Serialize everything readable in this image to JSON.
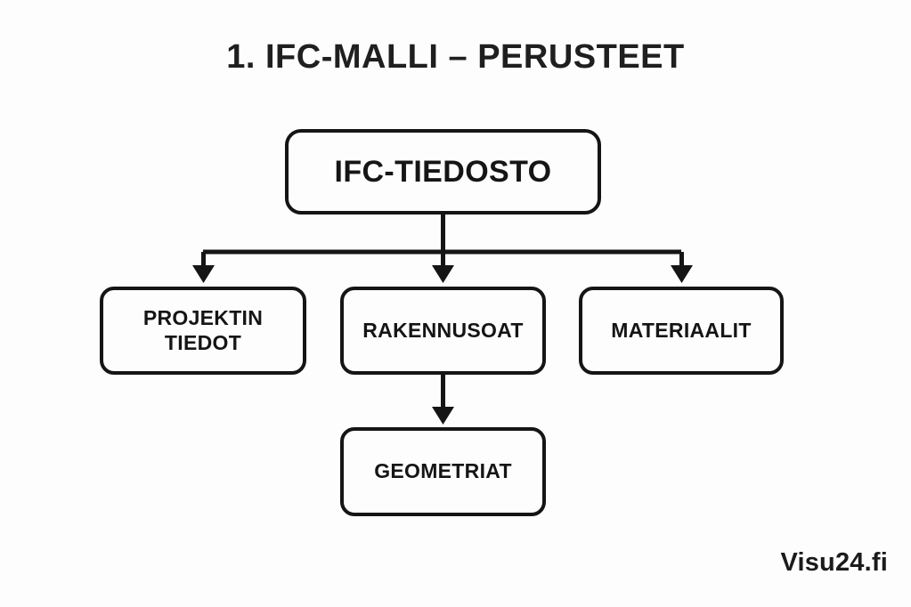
{
  "slide": {
    "title": "1. IFC-MALLI – PERUSTEET",
    "watermark": "Visu24.fi",
    "background_color": "#fdfdfd",
    "ink_color": "#151515",
    "title_color": "#1f1f1f"
  },
  "diagram": {
    "type": "tree",
    "nodes": {
      "root": {
        "label": "IFC-TIEDOSTO"
      },
      "left": {
        "label": "PROJEKTIN TIEDOT"
      },
      "mid": {
        "label": "RAKENNUSOAT"
      },
      "right": {
        "label": "MATERIAALIT"
      },
      "geom": {
        "label": "GEOMETRIAT"
      }
    },
    "edges": [
      {
        "from": "IFC-TIEDOSTO",
        "to": "PROJEKTIN TIEDOT",
        "arrow": "down"
      },
      {
        "from": "IFC-TIEDOSTO",
        "to": "RAKENNUSOAT",
        "arrow": "down"
      },
      {
        "from": "IFC-TIEDOSTO",
        "to": "MATERIAALIT",
        "arrow": "down"
      },
      {
        "from": "RAKENNUSOAT",
        "to": "GEOMETRIAT",
        "arrow": "down"
      }
    ]
  }
}
